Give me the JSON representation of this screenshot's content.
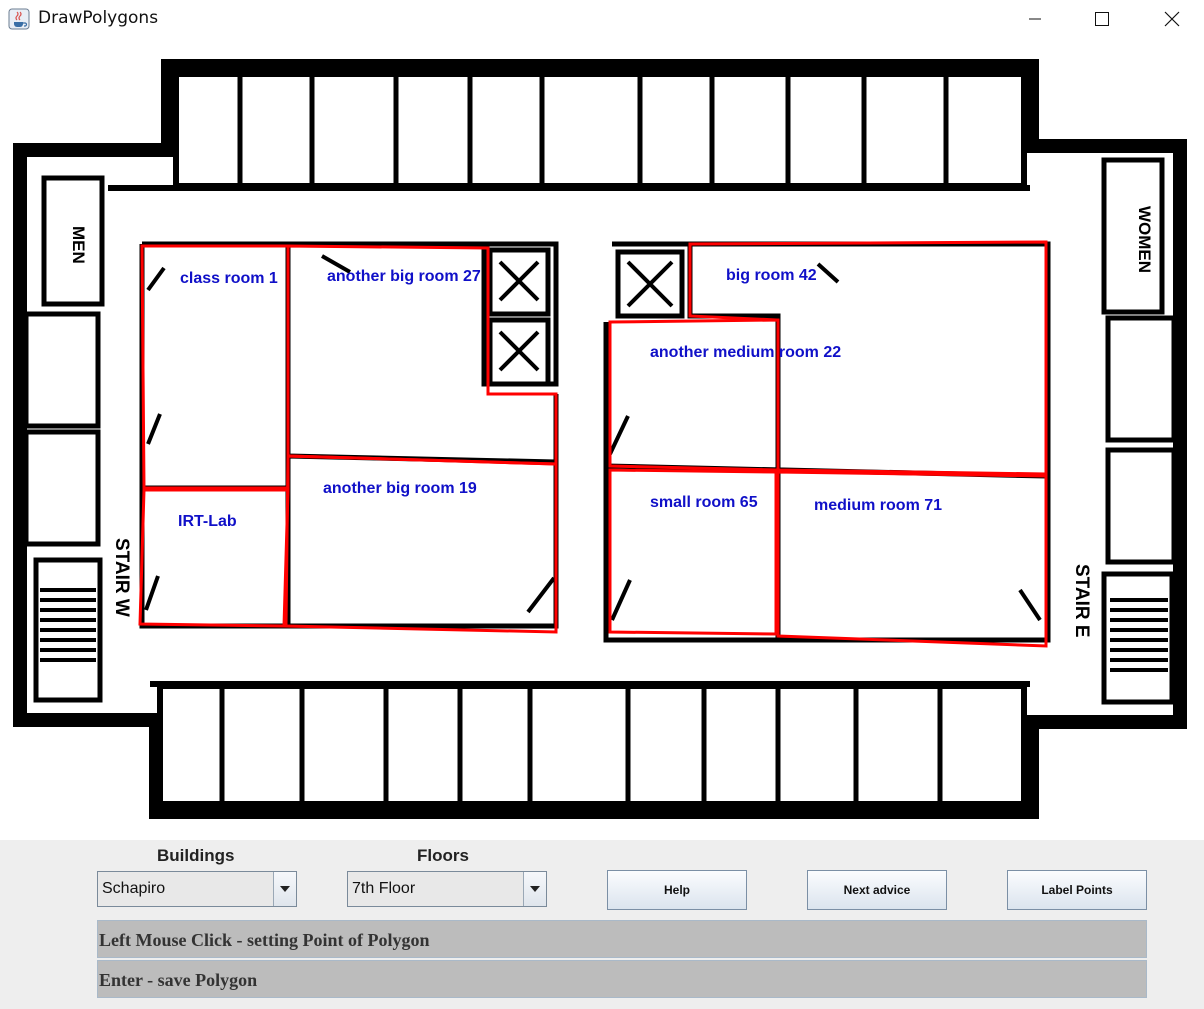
{
  "window": {
    "title": "DrawPolygons"
  },
  "map": {
    "side_labels": {
      "men": "MEN",
      "women": "WOMEN",
      "stair_w": "STAIR W",
      "stair_e": "STAIR E"
    },
    "rooms": [
      "class room 1",
      "another big room 27",
      "IRT-Lab",
      "another big room 19",
      "big room 42",
      "another medium room 22",
      "small room 65",
      "medium room 71"
    ],
    "polygon_color": "#ff0000",
    "label_color": "#1010c8"
  },
  "controls": {
    "buildings_label": "Buildings",
    "floors_label": "Floors",
    "building_value": "Schapiro",
    "floor_value": "7th Floor",
    "help_button": "Help",
    "next_button": "Next advice",
    "label_button": "Label Points",
    "hints": [
      "Left Mouse Click - setting Point of Polygon",
      "Enter - save Polygon"
    ]
  }
}
